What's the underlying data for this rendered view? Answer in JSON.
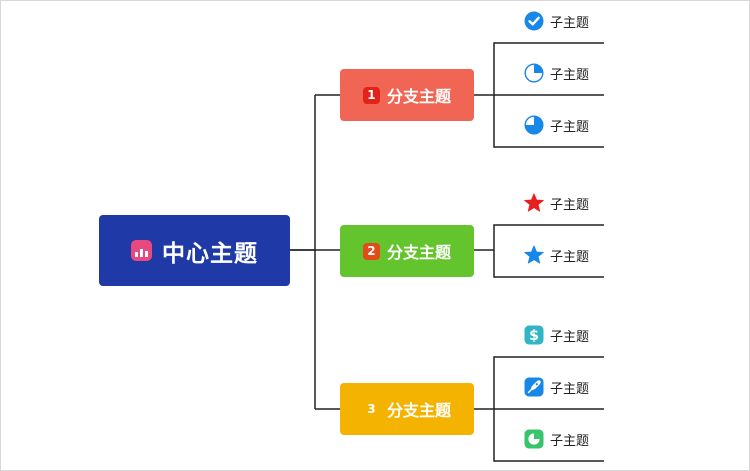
{
  "colors": {
    "central": "#1f3aa6",
    "branch_1": "#f06553",
    "branch_2": "#63c42e",
    "branch_3": "#f5b301",
    "line": "#222222",
    "badge_1": "#e2231a",
    "badge_2": "#e34b1b",
    "badge_3": "#f5b301"
  },
  "central": {
    "title": "中心主题",
    "icon": "bar-chart-icon"
  },
  "branches": [
    {
      "badge": "1",
      "label": "分支主题",
      "children": [
        {
          "label": "子主题",
          "icon": "check-circle-icon"
        },
        {
          "label": "子主题",
          "icon": "pie-quarter-icon"
        },
        {
          "label": "子主题",
          "icon": "pie-three-quarter-icon"
        }
      ]
    },
    {
      "badge": "2",
      "label": "分支主题",
      "children": [
        {
          "label": "子主题",
          "icon": "red-star-icon"
        },
        {
          "label": "子主题",
          "icon": "blue-star-icon"
        }
      ]
    },
    {
      "badge": "3",
      "label": "分支主题",
      "children": [
        {
          "label": "子主题",
          "icon": "dollar-icon"
        },
        {
          "label": "子主题",
          "icon": "rocket-icon"
        },
        {
          "label": "子主题",
          "icon": "green-pie-icon"
        }
      ]
    }
  ]
}
